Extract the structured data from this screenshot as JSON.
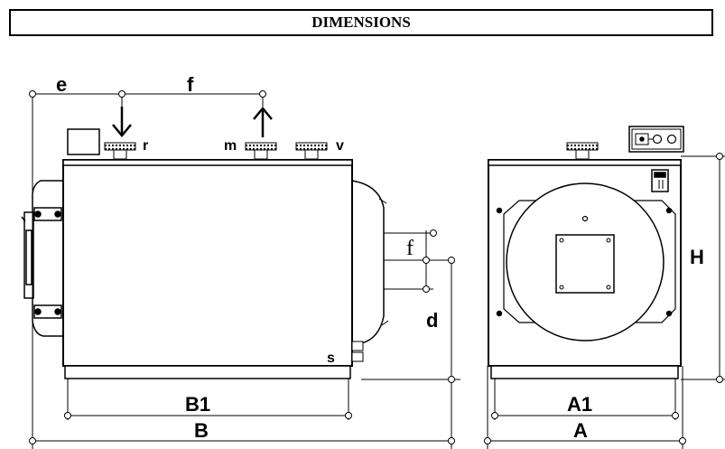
{
  "header": {
    "title": "DIMENSIONS"
  },
  "side_view": {
    "labels": {
      "e": "e",
      "f_top": "f",
      "r": "r",
      "m": "m",
      "v": "v",
      "s": "s",
      "f_side": "f",
      "d": "d",
      "B1": "B1",
      "B": "B"
    }
  },
  "front_view": {
    "labels": {
      "H": "H",
      "A1": "A1",
      "A": "A"
    }
  }
}
